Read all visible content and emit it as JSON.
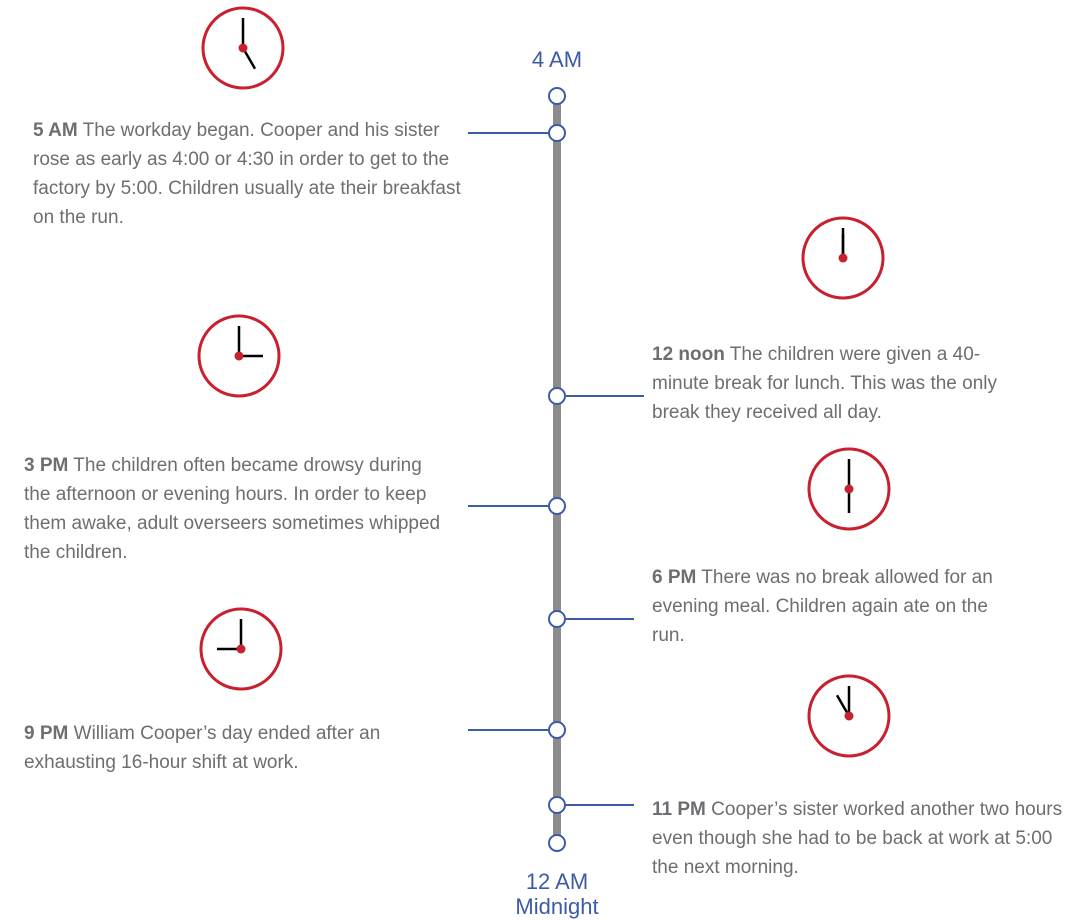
{
  "timeline": {
    "start_label": "4 AM",
    "end_label_1": "12 AM",
    "end_label_2": "Midnight"
  },
  "entries": [
    {
      "time": "5 AM",
      "text": "The workday began. Cooper and his sister rose as early as 4:00 or 4:30 in order to get to the factory by 5:00. Children usually ate their breakfast on the run."
    },
    {
      "time": "12 noon",
      "text": "The children were given a 40-minute break for lunch. This was the only break they received all day."
    },
    {
      "time": "3 PM",
      "text": "The children often became drowsy during the afternoon or evening hours. In order to keep them awake, adult overseers sometimes whipped the children."
    },
    {
      "time": "6 PM",
      "text": "There was no break allowed for an evening meal. Children again ate on the run."
    },
    {
      "time": "9 PM",
      "text": "William Cooper’s day ended after an exhausting 16-hour shift at work."
    },
    {
      "time": "11 PM",
      "text": "Cooper’s sister worked another two hours even though she had to be back at work at 5:00 the next morning."
    }
  ],
  "clocks": [
    {
      "name": "clock-5am",
      "hour": 5,
      "minute": 0
    },
    {
      "name": "clock-12noon",
      "hour": 12,
      "minute": 0
    },
    {
      "name": "clock-3pm",
      "hour": 3,
      "minute": 0
    },
    {
      "name": "clock-6pm",
      "hour": 6,
      "minute": 0
    },
    {
      "name": "clock-9pm",
      "hour": 9,
      "minute": 0
    },
    {
      "name": "clock-11pm",
      "hour": 11,
      "minute": 0
    }
  ],
  "colors": {
    "line": "#8c8c8c",
    "accent": "#3b5ba7",
    "clock_rim": "#c8202f",
    "text": "#6d6e71"
  }
}
